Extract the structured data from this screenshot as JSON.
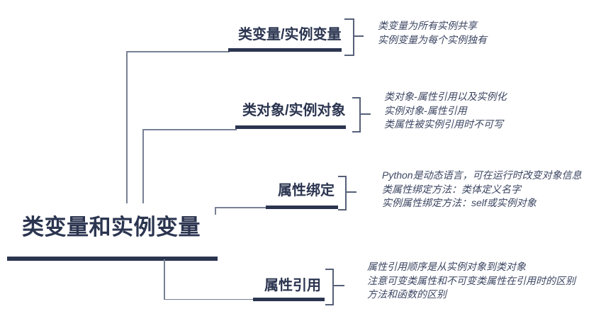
{
  "root": {
    "title": "类变量和实例变量"
  },
  "branches": [
    {
      "title": "类变量/实例变量",
      "notes": [
        "类变量为所有实例共享",
        "实例变量为每个实例独有"
      ]
    },
    {
      "title": "类对象/实例对象",
      "notes": [
        "类对象-属性引用以及实例化",
        "实例对象-属性引用",
        "类属性被实例引用时不可写"
      ]
    },
    {
      "title": "属性绑定",
      "notes": [
        "Python是动态语言，可在运行时改变对象信息",
        "类属性绑定方法：类体定义名字",
        "实例属性绑定方法：self或实例对象"
      ]
    },
    {
      "title": "属性引用",
      "notes": [
        "属性引用顺序是从实例对象到类对象",
        "注意可变类属性和不可变类属性在引用时的区别",
        "方法和函数的区别"
      ]
    }
  ],
  "colors": {
    "node_navy": "#2b3550",
    "note_text": "#3d4763",
    "connector_line": "#788094",
    "bracket_line": "#566078",
    "background": "#ffffff"
  }
}
